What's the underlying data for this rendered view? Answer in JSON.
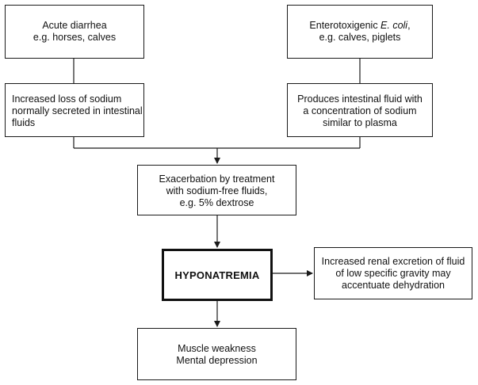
{
  "nodes": {
    "acute_diarrhea": {
      "line1": "Acute diarrhea",
      "line2": "e.g. horses, calves"
    },
    "etec": {
      "line1_prefix": "Enterotoxigenic ",
      "line1_italic": "E. coli",
      "line1_suffix": ",",
      "line2": "e.g. calves, piglets"
    },
    "sodium_loss": {
      "line1": "Increased loss of sodium",
      "line2": "normally secreted in intestinal",
      "line3": "fluids"
    },
    "intestinal_fluid": {
      "line1": "Produces intestinal fluid with",
      "line2": "a concentration of sodium",
      "line3": "similar to plasma"
    },
    "exacerbation": {
      "line1": "Exacerbation by treatment",
      "line2": "with sodium-free fluids,",
      "line3": "e.g. 5% dextrose"
    },
    "hyponatremia": {
      "label": "HYPONATREMIA"
    },
    "renal_excretion": {
      "line1": "Increased renal excretion of fluid",
      "line2": "of low specific gravity may",
      "line3": "accentuate dehydration"
    },
    "outcome": {
      "line1": "Muscle weakness",
      "line2": "Mental depression"
    }
  },
  "colors": {
    "stroke": "#1a1a1a",
    "background": "#ffffff"
  }
}
